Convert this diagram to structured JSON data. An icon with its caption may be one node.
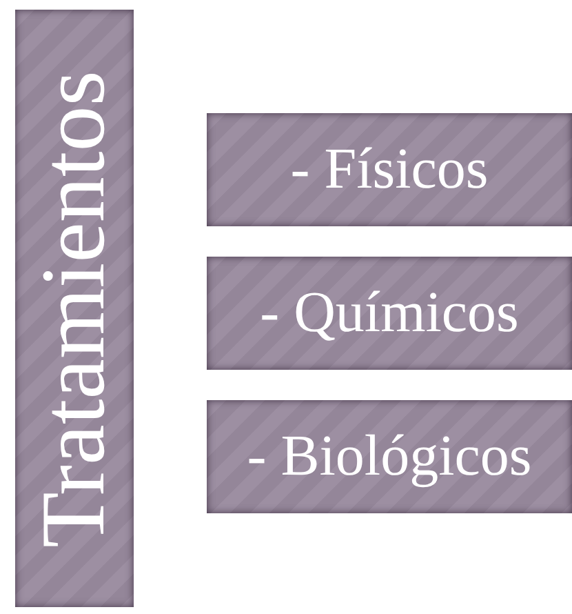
{
  "diagram": {
    "nodes": [
      {
        "text": [
          "Tratamientos"
        ]
      },
      {
        "text": [
          "- Físicos"
        ]
      },
      {
        "text": [
          "- Químicos"
        ]
      },
      {
        "text": [
          "- Biológicos"
        ]
      }
    ]
  }
}
